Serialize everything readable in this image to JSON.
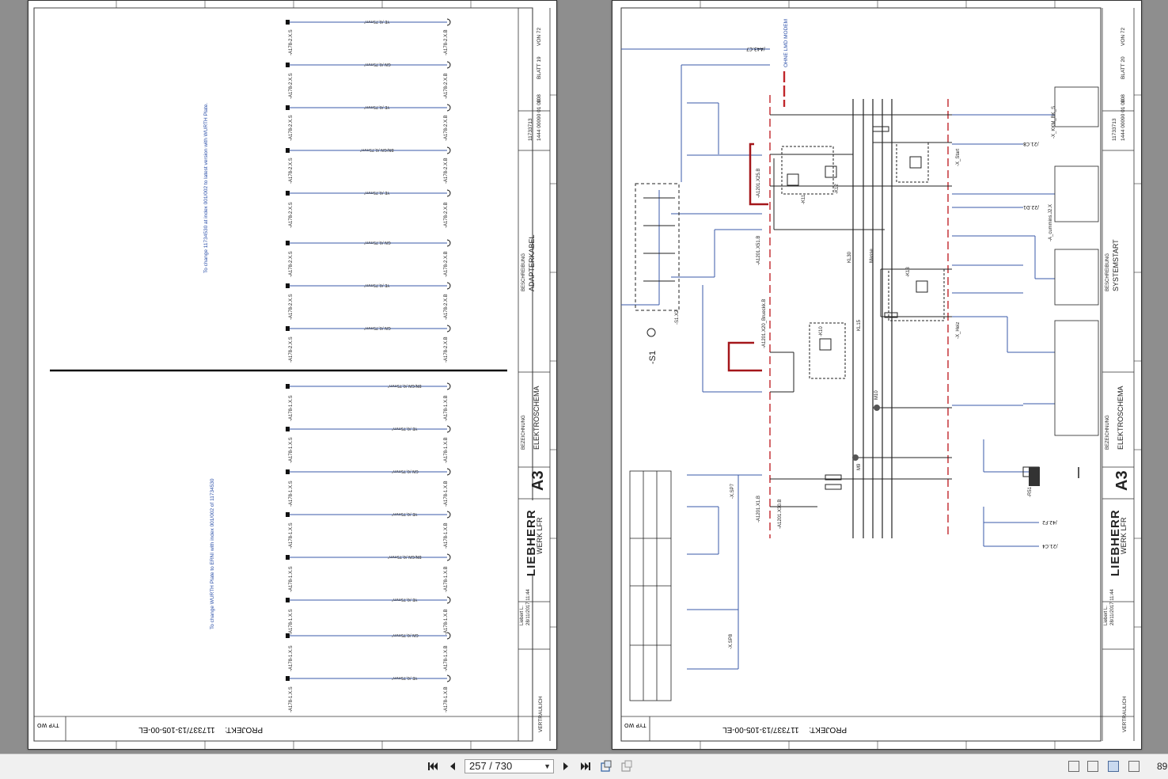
{
  "toolbar": {
    "page_indicator": "257 / 730",
    "zoom": "89"
  },
  "icons": {
    "first": "first-page-icon",
    "prev": "previous-page-icon",
    "next": "next-page-icon",
    "last": "last-page-icon"
  },
  "left_sheet": {
    "project_label": "PROJEKT:",
    "project_number": "117337/13-105-00-EL",
    "title": "ADAPTERKABEL",
    "description_label": "BESCHREIBUNG",
    "bezeichnung_label": "BEZEICHNUNG",
    "bezeichnung": "ELEKTROSCHEMA",
    "format": "A3",
    "brand": "LIEBHERR",
    "werk": "WERK LFR",
    "blatt": "BLATT 19",
    "von": "VON 72",
    "index": "108",
    "artikelcode": "11733713",
    "zeichnungsnummer": "1444 00090 01 00",
    "note_top": "To change 11734530 at index 001/002 to latest version with WURTH Plate.",
    "note_bottom": "To change WURTH Plate to ERNI with index 001/002 of 11734530",
    "vertraulich": "VERTRAULICH",
    "typ": "TYP",
    "typ_value": "WO",
    "connector_top": "-A178-2.X.S",
    "connector_top_b": "-A178-2.X.B",
    "connector_bottom": "-A178-1.X.S",
    "connector_bottom_b": "-A178-1.X.B",
    "wire_labels_top": [
      "YE /0,75mm²",
      "GN /0,75mm²",
      "YE /0,75mm²",
      "BN/GN /0,75mm²",
      "YE /0,75mm²",
      "GN /0,75mm²",
      "YE /0,75mm²",
      "GN /0,75mm²"
    ],
    "wire_labels_bottom": [
      "BN/GN /0,75mm²",
      "YE /0,75mm²",
      "GN /0,75mm²",
      "YE /0,75mm²",
      "BN/GN /0,75mm²",
      "YE /0,75mm²",
      "GN /0,75mm²",
      "YE /0,75mm²"
    ],
    "author": "Liebert L.",
    "date": "28/11/2017 11:44"
  },
  "right_sheet": {
    "project_label": "PROJEKT:",
    "project_number": "117337/13-105-00-EL",
    "title": "SYSTEMSTART",
    "description_label": "BESCHREIBUNG",
    "bezeichnung_label": "BEZEICHNUNG",
    "bezeichnung": "ELEKTROSCHEMA",
    "format": "A3",
    "brand": "LIEBHERR",
    "werk": "WERK LFR",
    "blatt": "BLATT 20",
    "von": "VON 72",
    "index": "108",
    "artikelcode": "11733713",
    "zeichnungsnummer": "1444 00090 01 00",
    "ohne_lmd": "OHNE LMD MODEM",
    "vertraulich": "VERTRAULICH",
    "typ": "TYP",
    "typ_value": "WO",
    "author": "Liebert L.",
    "date": "28/11/2017 11:44",
    "labels": {
      "s1": "-S1",
      "k10": "-K10",
      "k11": "-K11",
      "k12": "-K12",
      "k13": "-K13",
      "r51": "-R51",
      "a1201_x25": "-A1201.X25.B",
      "a1201_x51": "-A1201.X51.B",
      "a1201_x20": "-A1201.X20_Brueckk.B",
      "a1201_x1": "-A1201.X1.B",
      "a1201_x30": "-A1201.X30.B",
      "x_start": "-X_Start",
      "x_heiz": "-X_Heiz",
      "x_kkm": "-X_KKM_BK_S",
      "x_cummins": "-A_cummins.J2.X",
      "x_sp7": "-X.SP7",
      "x_sp8": "-X.SP8",
      "kl30": "KL30",
      "kl15": "KL15",
      "masse": "Masse",
      "m10": "M10",
      "m9": "M9",
      "ref_a43": "/A43.C7",
      "ref_21c8": "/21.C8",
      "ref_22d1": "/22.D1",
      "ref_42f2": "/42.F2",
      "ref_21c4": "/21.C4",
      "s1_x2": "-S1.X2"
    }
  }
}
